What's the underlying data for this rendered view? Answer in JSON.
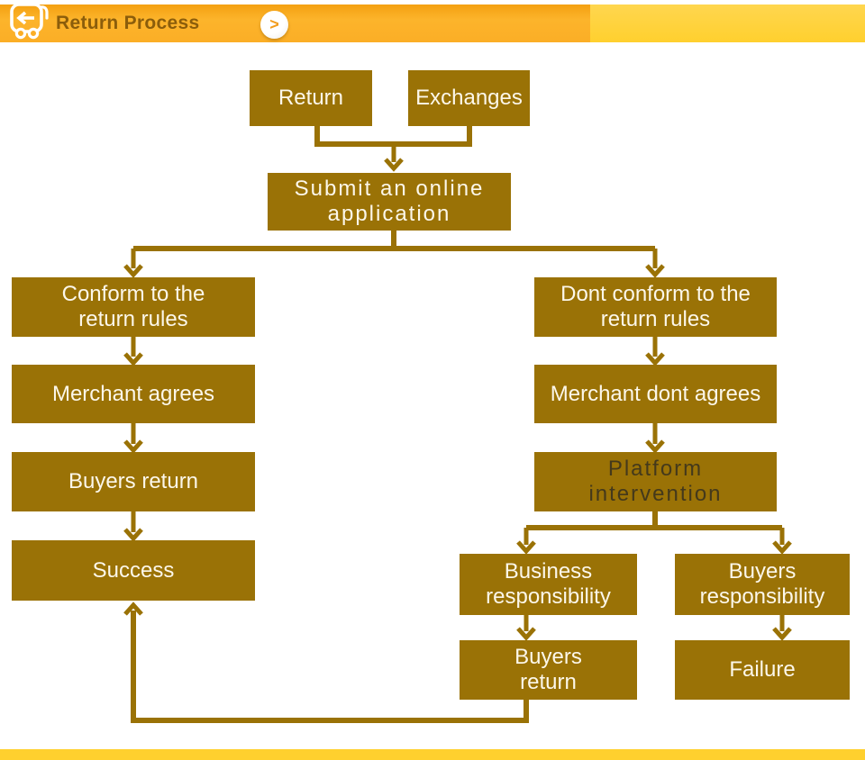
{
  "header": {
    "title": "Return Process",
    "chevron_symbol": ">",
    "colors": {
      "bar_orange": "#FBAE26",
      "bar_yellow": "#FFD133",
      "title_text": "#8B5D0B",
      "chevron": "#F29C1C"
    }
  },
  "flow": {
    "box_fill": "#9A7206",
    "line_color": "#9A7206",
    "text_light": "#FCF7EA",
    "text_dark": "#44391B",
    "nodes": {
      "return": "Return",
      "exchanges": "Exchanges",
      "submit": "Submit an online\napplication",
      "conform": "Conform to the\nreturn rules",
      "dont_conform": "Dont conform to the\nreturn rules",
      "merchant_agrees": "Merchant agrees",
      "merchant_dont_agrees": "Merchant dont agrees",
      "buyers_return_left": "Buyers return",
      "platform_intervention": "Platform\nintervention",
      "success": "Success",
      "business_responsibility": "Business\nresponsibility",
      "buyers_responsibility": "Buyers\nresponsibility",
      "buyers_return_right": "Buyers\nreturn",
      "failure": "Failure"
    },
    "edges": [
      {
        "from": "return",
        "to": "submit"
      },
      {
        "from": "exchanges",
        "to": "submit"
      },
      {
        "from": "submit",
        "to": "conform"
      },
      {
        "from": "submit",
        "to": "dont_conform"
      },
      {
        "from": "conform",
        "to": "merchant_agrees"
      },
      {
        "from": "merchant_agrees",
        "to": "buyers_return_left"
      },
      {
        "from": "buyers_return_left",
        "to": "success"
      },
      {
        "from": "dont_conform",
        "to": "merchant_dont_agrees"
      },
      {
        "from": "merchant_dont_agrees",
        "to": "platform_intervention"
      },
      {
        "from": "platform_intervention",
        "to": "business_responsibility"
      },
      {
        "from": "platform_intervention",
        "to": "buyers_responsibility"
      },
      {
        "from": "business_responsibility",
        "to": "buyers_return_right"
      },
      {
        "from": "buyers_responsibility",
        "to": "failure"
      },
      {
        "from": "buyers_return_right",
        "to": "success"
      }
    ]
  },
  "footer": {
    "bar_color": "#FFD02E"
  }
}
